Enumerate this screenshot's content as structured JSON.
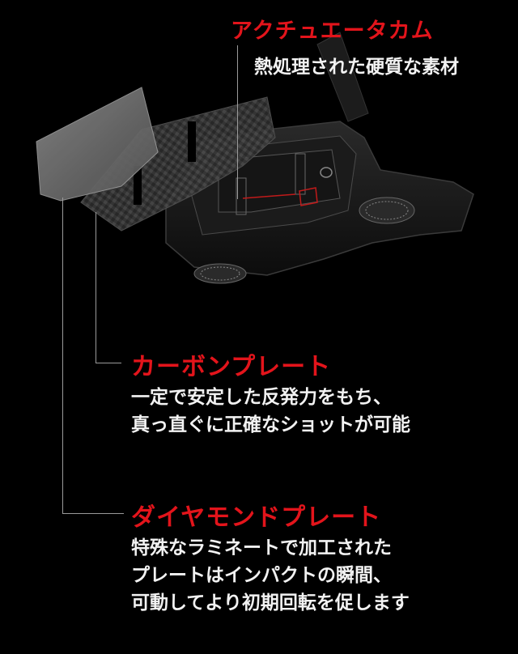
{
  "actuator": {
    "title": "アクチュエータカム",
    "desc": "熱処理された硬質な素材"
  },
  "carbon": {
    "title": "カーボンプレート",
    "desc_line1": "一定で安定した反発力をもち、",
    "desc_line2": "真っ直ぐに正確なショットが可能"
  },
  "diamond": {
    "title": "ダイヤモンドプレート",
    "desc_line1": "特殊なラミネートで加工された",
    "desc_line2": "プレートはインパクトの瞬間、",
    "desc_line3": "可動してより初期回転を促します"
  },
  "colors": {
    "accent": "#e3141b",
    "text": "#f2f2f2",
    "background": "#000000"
  }
}
